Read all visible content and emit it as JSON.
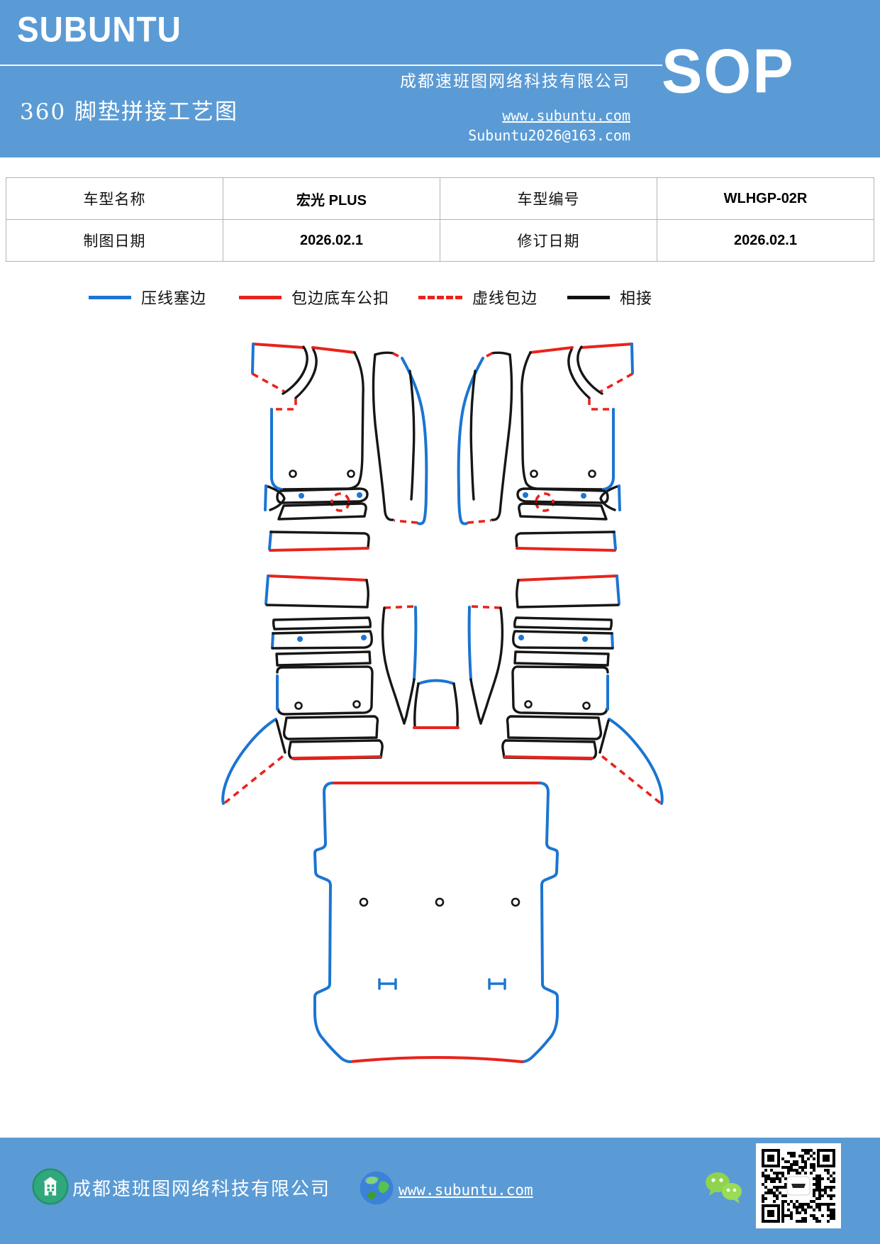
{
  "header": {
    "logo": "SUBUNTU",
    "title": "360 脚垫拼接工艺图",
    "company": "成都速班图网络科技有限公司",
    "sop_label": "SOP",
    "website": "www.subuntu.com",
    "email": "Subuntu2026@163.com",
    "bg_color": "#5b9bd5"
  },
  "info_table": {
    "cells": [
      [
        "车型名称",
        "宏光 PLUS",
        "车型编号",
        "WLHGP-02R"
      ],
      [
        "制图日期",
        "2026.02.1",
        "修订日期",
        "2026.02.1"
      ]
    ]
  },
  "legend": {
    "items": [
      {
        "label": "压线塞边",
        "color": "#1b75d1",
        "style": "solid"
      },
      {
        "label": "包边底车公扣",
        "color": "#e8231c",
        "style": "solid"
      },
      {
        "label": "虚线包边",
        "color": "#e8231c",
        "style": "dashed"
      },
      {
        "label": "相接",
        "color": "#111111",
        "style": "solid"
      }
    ]
  },
  "diagram": {
    "subject": "360 foot-mat splicing pattern pieces for 宏光 PLUS",
    "line_colors": {
      "blue": "#1b75d1",
      "red": "#e8231c",
      "black": "#161616"
    }
  },
  "footer": {
    "company": "成都速班图网络科技有限公司",
    "website": "www.subuntu.com",
    "icons": [
      "building-icon",
      "globe-icon",
      "wechat-icon",
      "qr-code"
    ],
    "bg_color": "#5b9bd5"
  }
}
